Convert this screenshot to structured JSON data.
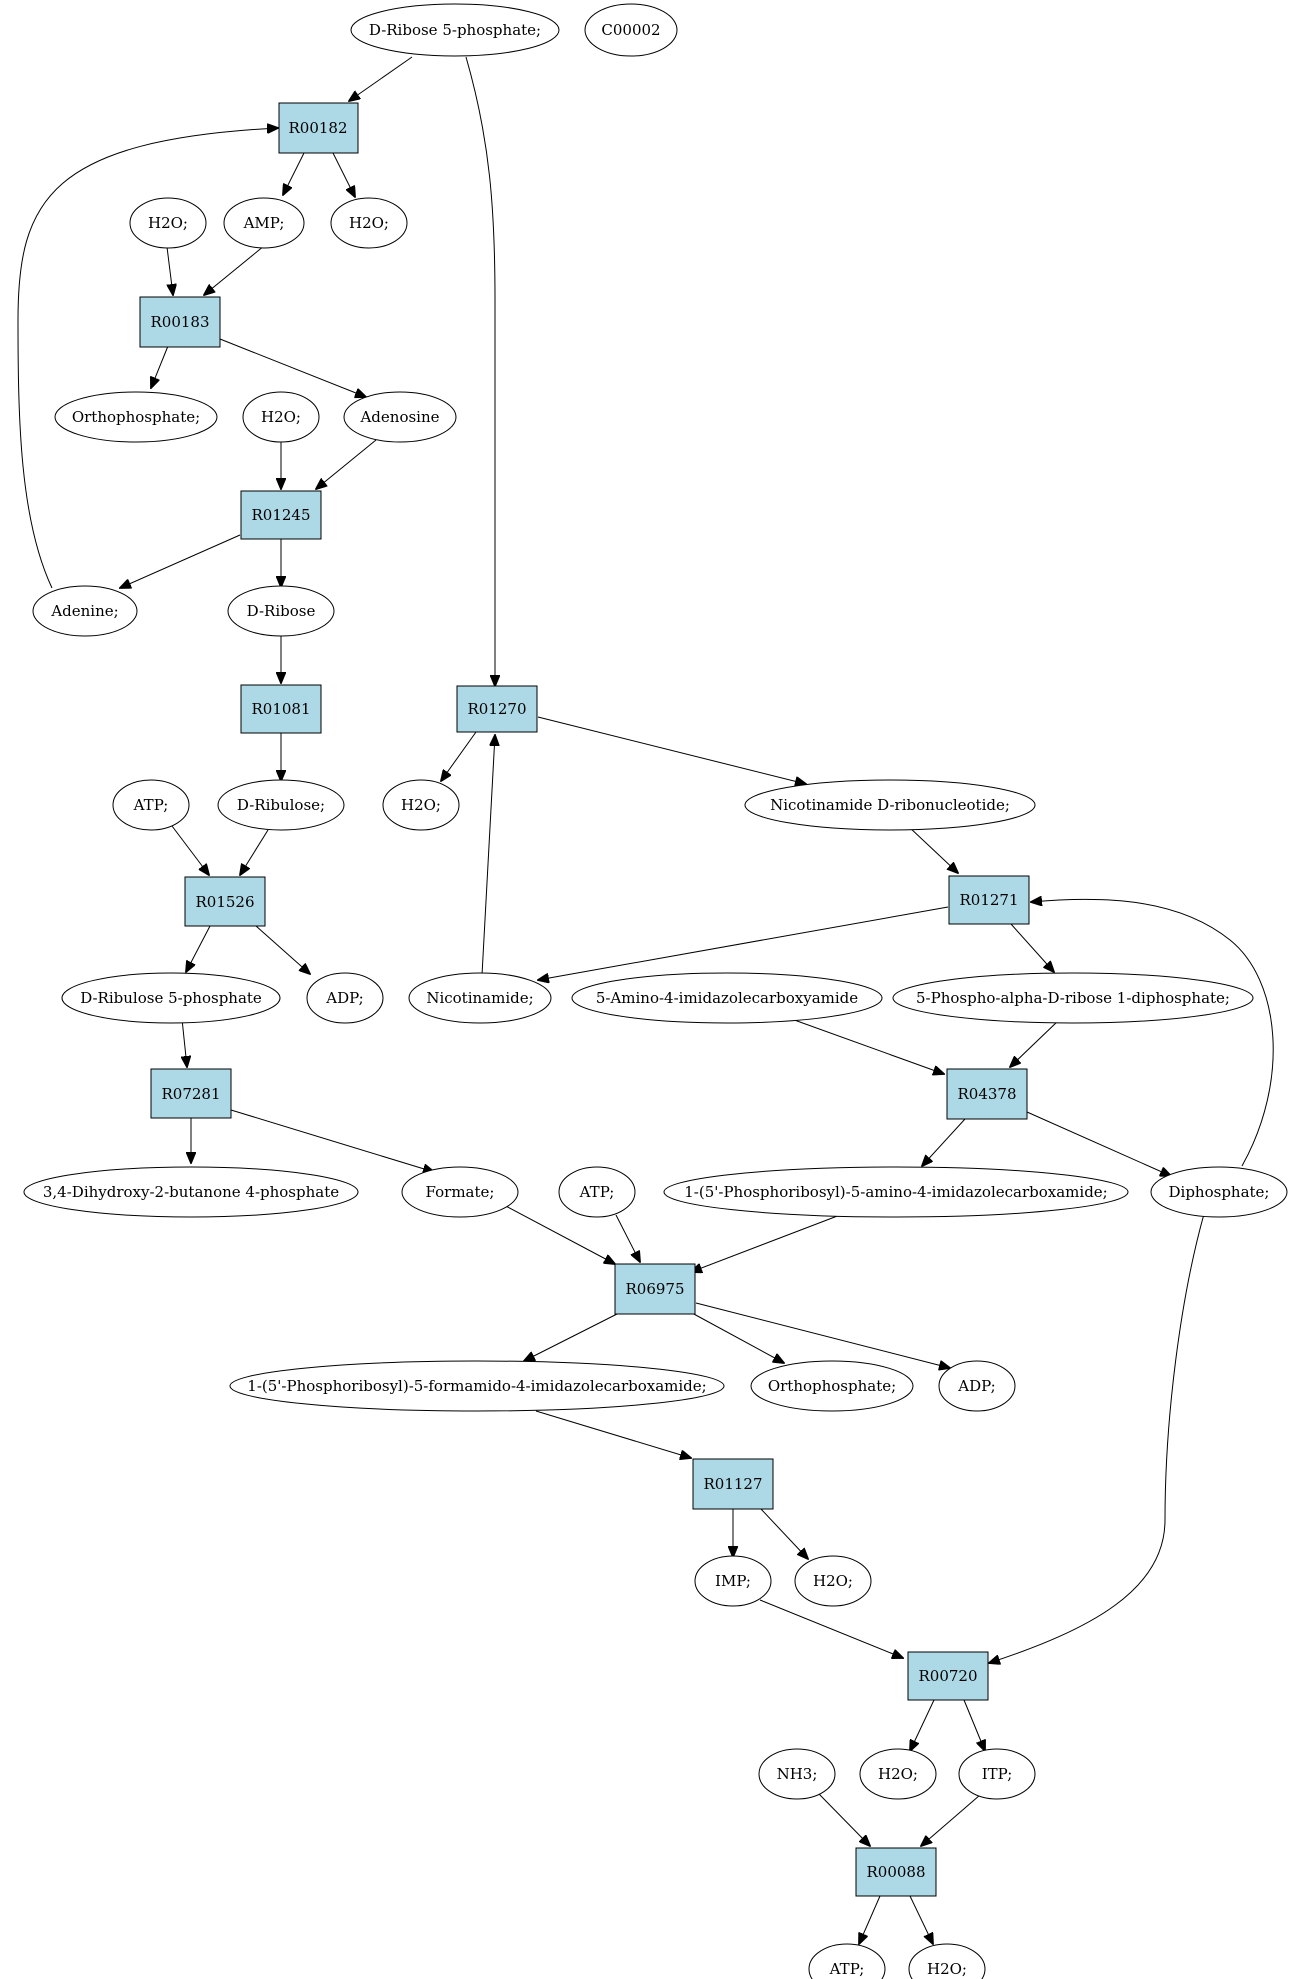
{
  "colors": {
    "reaction_fill": "#add8e6",
    "start_fill": "#22ee11",
    "highlight_fill": "#ffff00",
    "compound_fill": "#ffffff"
  },
  "reactions": {
    "R00182": "R00182",
    "R00183": "R00183",
    "R01245": "R01245",
    "R01081": "R01081",
    "R01526": "R01526",
    "R07281": "R07281",
    "R01270": "R01270",
    "R01271": "R01271",
    "R04378": "R04378",
    "R06975": "R06975",
    "R01127": "R01127",
    "R00720": "R00720",
    "R00088": "R00088"
  },
  "compounds": {
    "d_ribose_5p": "D-Ribose 5-phosphate;",
    "c00002": "C00002",
    "h2o_1": "H2O;",
    "amp": "AMP;",
    "h2o_2": "H2O;",
    "orthophosphate_1": "Orthophosphate;",
    "h2o_3": "H2O;",
    "adenosine": "Adenosine",
    "adenine": "Adenine;",
    "d_ribose": "D-Ribose",
    "atp_1": "ATP;",
    "d_ribulose": "D-Ribulose;",
    "h2o_4": "H2O;",
    "nicotinamide_d_ribonucleotide": "Nicotinamide D-ribonucleotide;",
    "d_ribulose_5p": "D-Ribulose 5-phosphate",
    "adp_1": "ADP;",
    "nicotinamide": "Nicotinamide;",
    "aica": "5-Amino-4-imidazolecarboxyamide",
    "prpp": "5-Phospho-alpha-D-ribose 1-diphosphate;",
    "dhbp": "3,4-Dihydroxy-2-butanone 4-phosphate",
    "formate": "Formate;",
    "atp_2": "ATP;",
    "aicar": "1-(5'-Phosphoribosyl)-5-amino-4-imidazolecarboxamide;",
    "diphosphate": "Diphosphate;",
    "faicar": "1-(5'-Phosphoribosyl)-5-formamido-4-imidazolecarboxamide;",
    "orthophosphate_2": "Orthophosphate;",
    "adp_2": "ADP;",
    "imp": "IMP;",
    "h2o_5": "H2O;",
    "nh3": "NH3;",
    "h2o_6": "H2O;",
    "itp": "ITP;",
    "atp_3": "ATP;",
    "h2o_7": "H2O;"
  }
}
